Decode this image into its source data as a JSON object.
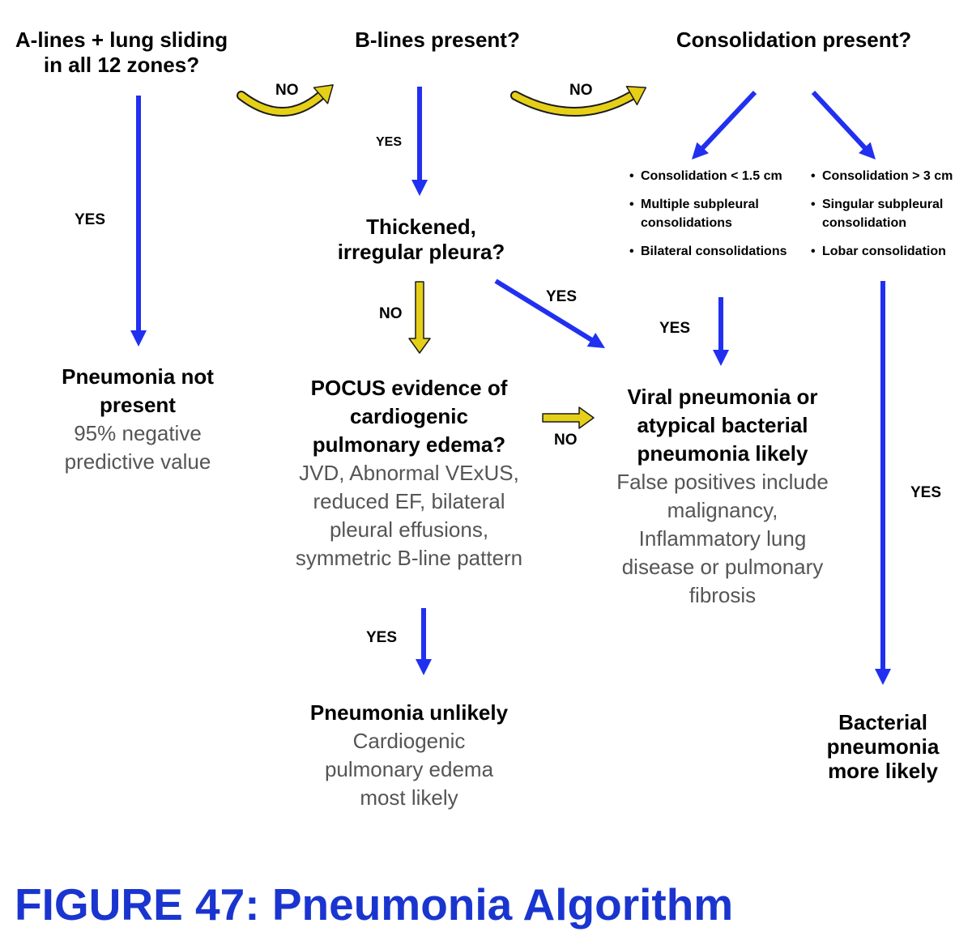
{
  "colors": {
    "yes_arrow": "#2130f0",
    "no_arrow": "#e6cf17",
    "no_arrow_outline": "#1a1a1a",
    "title": "#1a35cf",
    "subtext": "#555555"
  },
  "nodes": {
    "a_lines": {
      "line1": "A-lines + lung sliding",
      "line2": "in all 12 zones?"
    },
    "b_lines": {
      "text": "B-lines present?"
    },
    "consolidation": {
      "text": "Consolidation present?"
    },
    "pleura": {
      "line1": "Thickened,",
      "line2": "irregular pleura?"
    },
    "pocus": {
      "line1": "POCUS evidence of",
      "line2": "cardiogenic",
      "line3": "pulmonary edema?",
      "sub1": "JVD, Abnormal VExUS,",
      "sub2": "reduced EF, bilateral",
      "sub3": "pleural effusions,",
      "sub4": "symmetric B-line pattern"
    },
    "not_present": {
      "line1": "Pneumonia not",
      "line2": "present",
      "sub1": "95% negative",
      "sub2": "predictive value"
    },
    "viral": {
      "line1": "Viral pneumonia or",
      "line2": "atypical bacterial",
      "line3": "pneumonia likely",
      "sub1": "False positives include",
      "sub2": "malignancy,",
      "sub3": "Inflammatory lung",
      "sub4": "disease or pulmonary",
      "sub5": "fibrosis"
    },
    "unlikely": {
      "line1": "Pneumonia unlikely",
      "sub1": "Cardiogenic",
      "sub2": "pulmonary edema",
      "sub3": "most likely"
    },
    "bacterial": {
      "line1": "Bacterial",
      "line2": "pneumonia",
      "line3": "more likely"
    }
  },
  "consolidation_criteria": {
    "left": [
      "Consolidation < 1.5 cm",
      "Multiple subpleural\nconsolidations",
      "Bilateral consolidations"
    ],
    "right": [
      "Consolidation > 3 cm",
      "Singular subpleural\nconsolidation",
      "Lobar consolidation"
    ]
  },
  "labels": {
    "yes": "YES",
    "no": "NO"
  },
  "figure_title": "FIGURE 47: Pneumonia Algorithm"
}
